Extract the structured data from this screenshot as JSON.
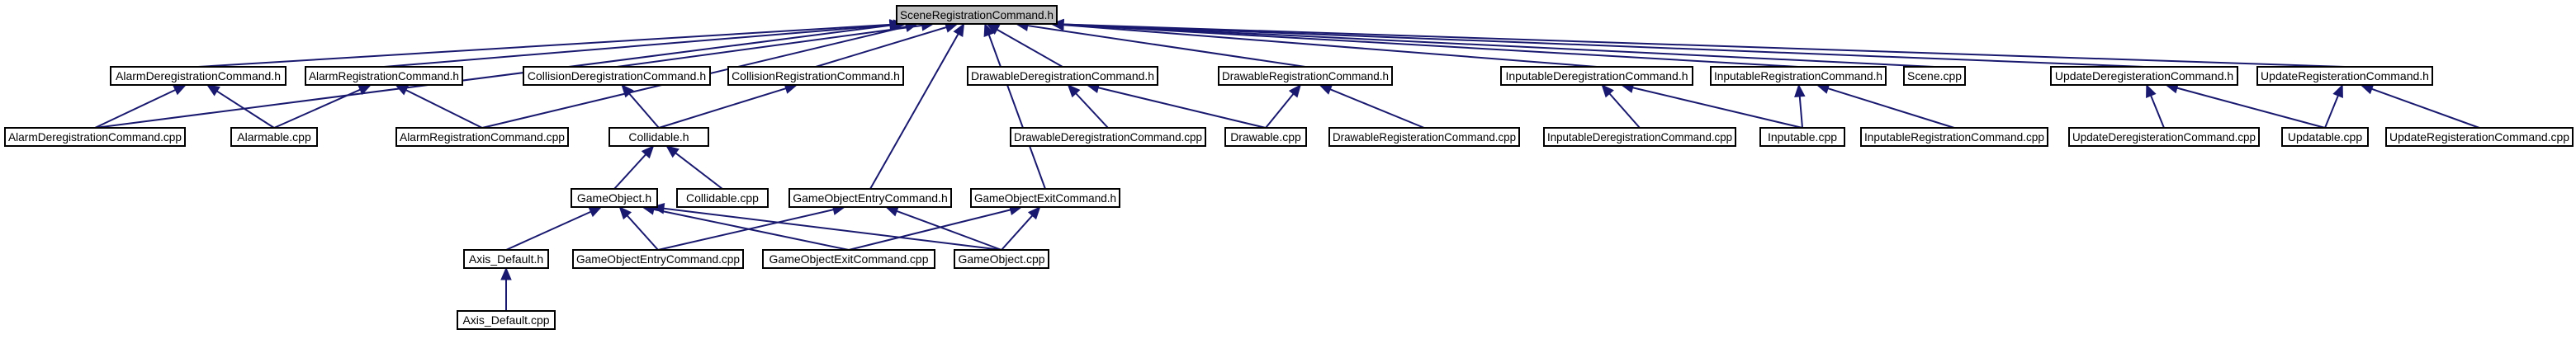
{
  "diagram": {
    "colors": {
      "edge": "#191970",
      "root_fill": "#bfbfbf",
      "node_fill": "#ffffff",
      "node_border": "#000000"
    },
    "nodes": [
      {
        "id": "root",
        "label": "SceneRegistrationCommand.h",
        "root": true
      },
      {
        "id": "adrh",
        "label": "AlarmDeregistrationCommand.h"
      },
      {
        "id": "arh",
        "label": "AlarmRegistrationCommand.h"
      },
      {
        "id": "cdrh",
        "label": "CollisionDeregistrationCommand.h"
      },
      {
        "id": "crh",
        "label": "CollisionRegistrationCommand.h"
      },
      {
        "id": "ddrh",
        "label": "DrawableDeregistrationCommand.h"
      },
      {
        "id": "drh",
        "label": "DrawableRegistrationCommand.h"
      },
      {
        "id": "idrh",
        "label": "InputableDeregistrationCommand.h"
      },
      {
        "id": "irh",
        "label": "InputableRegistrationCommand.h"
      },
      {
        "id": "scenecpp",
        "label": "Scene.cpp"
      },
      {
        "id": "udrh",
        "label": "UpdateDeregisterationCommand.h"
      },
      {
        "id": "urh",
        "label": "UpdateRegisterationCommand.h"
      },
      {
        "id": "adrcpp",
        "label": "AlarmDeregistrationCommand.cpp"
      },
      {
        "id": "alarmablecpp",
        "label": "Alarmable.cpp"
      },
      {
        "id": "arcpp",
        "label": "AlarmRegistrationCommand.cpp"
      },
      {
        "id": "collidableh",
        "label": "Collidable.h"
      },
      {
        "id": "ddrcpp",
        "label": "DrawableDeregistrationCommand.cpp"
      },
      {
        "id": "drawablecpp",
        "label": "Drawable.cpp"
      },
      {
        "id": "drcpp",
        "label": "DrawableRegisterationCommand.cpp"
      },
      {
        "id": "idrcpp",
        "label": "InputableDeregistrationCommand.cpp"
      },
      {
        "id": "inputablecpp",
        "label": "Inputable.cpp"
      },
      {
        "id": "ircpp",
        "label": "InputableRegistrationCommand.cpp"
      },
      {
        "id": "udrcpp",
        "label": "UpdateDeregisterationCommand.cpp"
      },
      {
        "id": "updatablecpp",
        "label": "Updatable.cpp"
      },
      {
        "id": "urcpp",
        "label": "UpdateRegisterationCommand.cpp"
      },
      {
        "id": "goh",
        "label": "GameObject.h"
      },
      {
        "id": "collidablecpp",
        "label": "Collidable.cpp"
      },
      {
        "id": "goeh",
        "label": "GameObjectEntryCommand.h"
      },
      {
        "id": "goxh",
        "label": "GameObjectExitCommand.h"
      },
      {
        "id": "axish",
        "label": "Axis_Default.h"
      },
      {
        "id": "goecpp",
        "label": "GameObjectEntryCommand.cpp"
      },
      {
        "id": "goxcpp",
        "label": "GameObjectExitCommand.cpp"
      },
      {
        "id": "gocpp",
        "label": "GameObject.cpp"
      },
      {
        "id": "axiscpp",
        "label": "Axis_Default.cpp"
      }
    ],
    "edges": [
      [
        "adrh",
        "root"
      ],
      [
        "arh",
        "root"
      ],
      [
        "cdrh",
        "root"
      ],
      [
        "crh",
        "root"
      ],
      [
        "ddrh",
        "root"
      ],
      [
        "drh",
        "root"
      ],
      [
        "idrh",
        "root"
      ],
      [
        "irh",
        "root"
      ],
      [
        "scenecpp",
        "root"
      ],
      [
        "udrh",
        "root"
      ],
      [
        "urh",
        "root"
      ],
      [
        "adrcpp",
        "root"
      ],
      [
        "arcpp",
        "root"
      ],
      [
        "goeh",
        "root"
      ],
      [
        "goxh",
        "root"
      ],
      [
        "adrcpp",
        "adrh"
      ],
      [
        "alarmablecpp",
        "adrh"
      ],
      [
        "alarmablecpp",
        "arh"
      ],
      [
        "arcpp",
        "arh"
      ],
      [
        "collidableh",
        "cdrh"
      ],
      [
        "collidableh",
        "crh"
      ],
      [
        "goh",
        "collidableh"
      ],
      [
        "collidablecpp",
        "collidableh"
      ],
      [
        "axish",
        "goh"
      ],
      [
        "goecpp",
        "goh"
      ],
      [
        "goxcpp",
        "goh"
      ],
      [
        "gocpp",
        "goh"
      ],
      [
        "axiscpp",
        "axish"
      ],
      [
        "goecpp",
        "goeh"
      ],
      [
        "gocpp",
        "goeh"
      ],
      [
        "goxcpp",
        "goxh"
      ],
      [
        "gocpp",
        "goxh"
      ],
      [
        "ddrcpp",
        "ddrh"
      ],
      [
        "drawablecpp",
        "ddrh"
      ],
      [
        "drawablecpp",
        "drh"
      ],
      [
        "drcpp",
        "drh"
      ],
      [
        "idrcpp",
        "idrh"
      ],
      [
        "inputablecpp",
        "idrh"
      ],
      [
        "inputablecpp",
        "irh"
      ],
      [
        "ircpp",
        "irh"
      ],
      [
        "udrcpp",
        "udrh"
      ],
      [
        "updatablecpp",
        "udrh"
      ],
      [
        "updatablecpp",
        "urh"
      ],
      [
        "urcpp",
        "urh"
      ]
    ]
  }
}
